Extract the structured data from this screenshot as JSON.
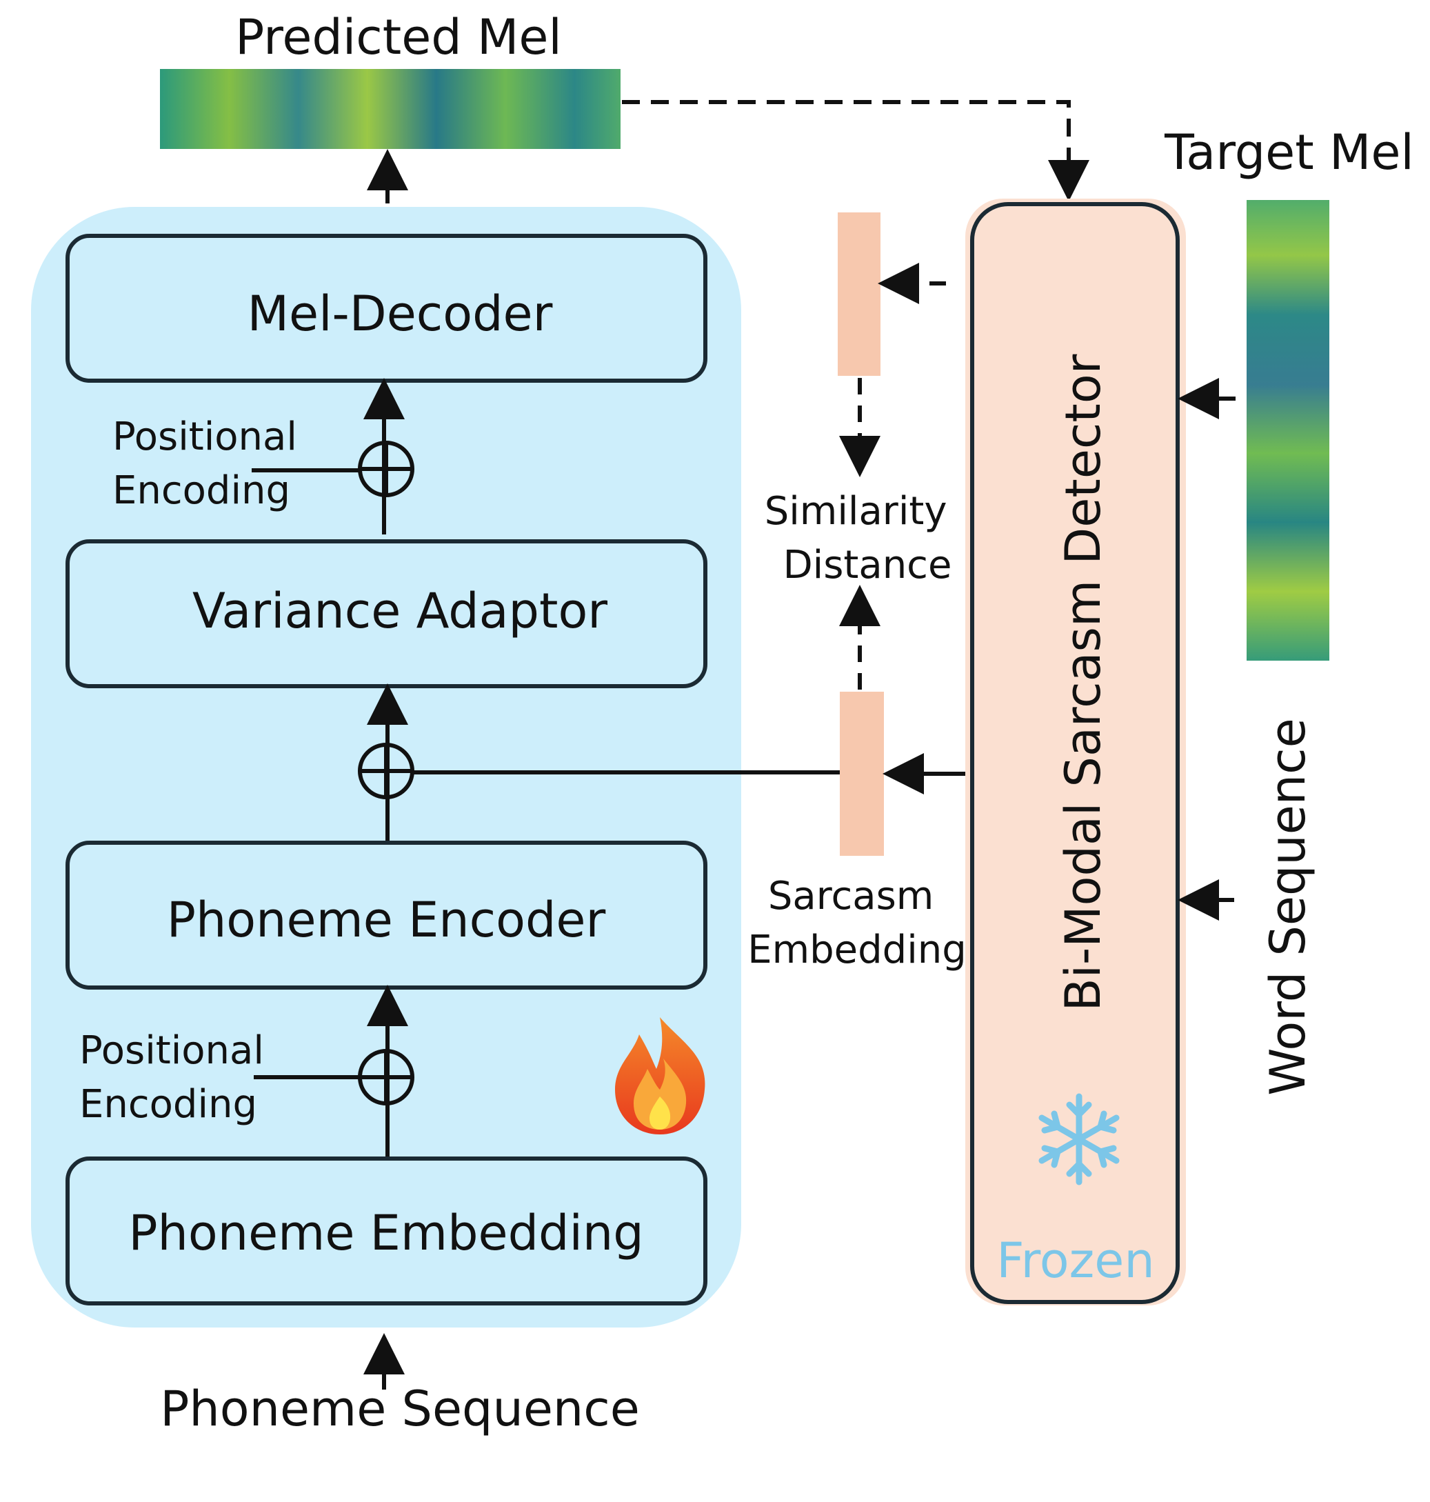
{
  "title": {
    "predicted_mel": "Predicted Mel",
    "target_mel": "Target Mel"
  },
  "blocks": {
    "mel_decoder": "Mel-Decoder",
    "variance_adaptor": "Variance Adaptor",
    "phoneme_encoder": "Phoneme Encoder",
    "phoneme_embedding": "Phoneme Embedding"
  },
  "labels": {
    "positional_encoding_top": [
      "Positional",
      "Encoding"
    ],
    "positional_encoding_bottom": [
      "Positional",
      "Encoding"
    ],
    "similarity_distance": [
      "Similarity",
      "Distance"
    ],
    "sarcasm_embedding": [
      "Sarcasm",
      "Embedding"
    ],
    "phoneme_sequence": "Phoneme Sequence",
    "word_sequence": "Word Sequence"
  },
  "detector": {
    "name": "Bi-Modal  Sarcasm  Detector",
    "status": "Frozen"
  },
  "icons": {
    "trainable": "fire-icon",
    "frozen": "snowflake-icon"
  },
  "colors": {
    "module_bg": "#cdeefb",
    "block_fill": "#cdeefb",
    "block_stroke": "#1b2a33",
    "detector_fill": "#fbe0d1",
    "embedding_fill": "#f7c8ae",
    "frozen_text": "#7cc6e8"
  }
}
